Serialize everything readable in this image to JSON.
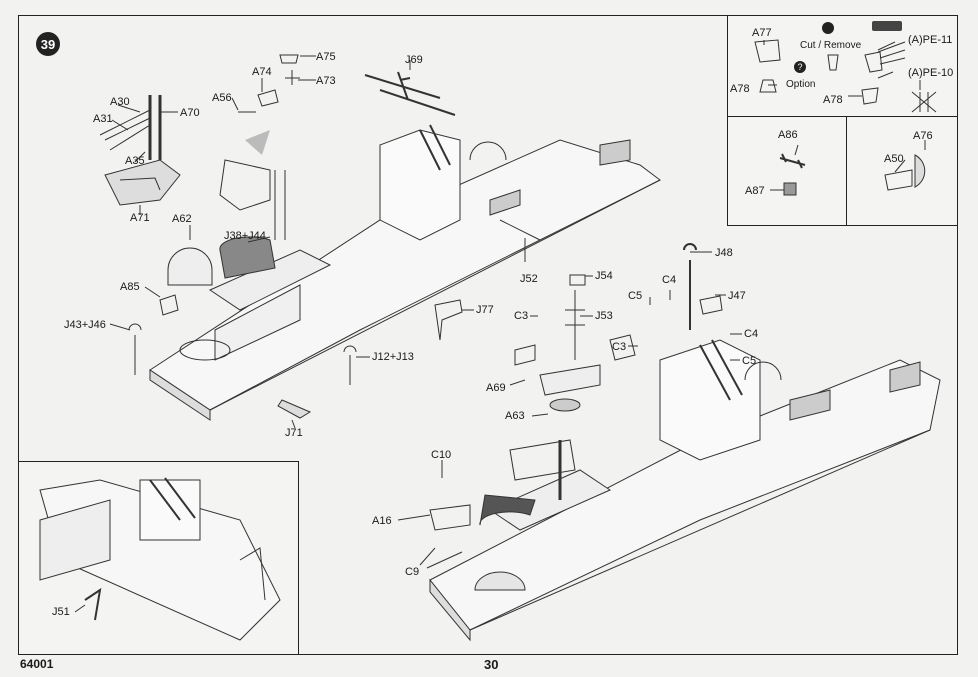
{
  "step_number": "39",
  "footer": {
    "model_code": "64001",
    "page_number": "30"
  },
  "labels": {
    "A30": "A30",
    "A31": "A31",
    "A70": "A70",
    "A35": "A35",
    "A71": "A71",
    "A74": "A74",
    "A75": "A75",
    "A73": "A73",
    "A56": "A56",
    "J69": "J69",
    "A62": "A62",
    "J38J44": "J38+J44",
    "A85": "A85",
    "J43J46": "J43+J46",
    "J52": "J52",
    "J77": "J77",
    "J12J13": "J12+J13",
    "J71": "J71",
    "J54": "J54",
    "C3a": "C3",
    "J53": "J53",
    "C4a": "C4",
    "C5a": "C5",
    "J48": "J48",
    "J47": "J47",
    "C3b": "C3",
    "C4b": "C4",
    "C5b": "C5",
    "A69": "A69",
    "A63": "A63",
    "C10": "C10",
    "A16": "A16",
    "C9": "C9",
    "J51": "J51"
  },
  "legend": {
    "A77": "A77",
    "A78a": "A78",
    "cut_remove": "Cut / Remove",
    "option": "Option",
    "A78b": "A78",
    "PE11": "(A)PE-11",
    "PE10": "(A)PE-10",
    "A86": "A86",
    "A87": "A87",
    "A76": "A76",
    "A50": "A50"
  }
}
